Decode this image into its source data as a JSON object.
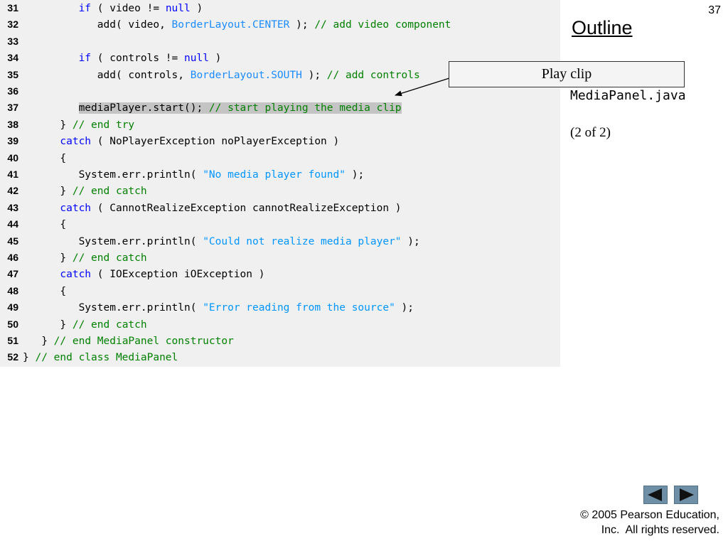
{
  "slide": {
    "page_number": "37",
    "outline_title": "Outline",
    "file_name": "MediaPanel.java",
    "part_label": "(2 of 2)",
    "callout_text": "Play clip",
    "copyright_line1": "© 2005 Pearson Education,",
    "copyright_line2": "Inc.  All rights reserved."
  },
  "colors": {
    "code_background": "#f0f0f0",
    "keyword": "#0000ff",
    "constant": "#1a8cff",
    "string": "#0096ff",
    "comment": "#008000",
    "highlight": "#c4c4c4",
    "nav_button": "#6f8fa6"
  },
  "icons": {
    "prev": "left-arrow-icon",
    "next": "right-arrow-icon"
  },
  "code_lines": [
    {
      "num": "31",
      "indent": "         ",
      "segments": [
        {
          "t": "kw",
          "s": "if"
        },
        {
          "t": "code",
          "s": " ( video != "
        },
        {
          "t": "kw",
          "s": "null"
        },
        {
          "t": "code",
          "s": " )"
        }
      ]
    },
    {
      "num": "32",
      "indent": "            ",
      "segments": [
        {
          "t": "code",
          "s": "add( video, "
        },
        {
          "t": "const",
          "s": "BorderLayout.CENTER"
        },
        {
          "t": "code",
          "s": " ); "
        },
        {
          "t": "com",
          "s": "// add video component"
        }
      ]
    },
    {
      "num": "33",
      "indent": "",
      "segments": []
    },
    {
      "num": "34",
      "indent": "         ",
      "segments": [
        {
          "t": "kw",
          "s": "if"
        },
        {
          "t": "code",
          "s": " ( controls != "
        },
        {
          "t": "kw",
          "s": "null"
        },
        {
          "t": "code",
          "s": " )"
        }
      ]
    },
    {
      "num": "35",
      "indent": "            ",
      "segments": [
        {
          "t": "code",
          "s": "add( controls, "
        },
        {
          "t": "const",
          "s": "BorderLayout.SOUTH"
        },
        {
          "t": "code",
          "s": " ); "
        },
        {
          "t": "com",
          "s": "// add controls"
        }
      ]
    },
    {
      "num": "36",
      "indent": "",
      "segments": []
    },
    {
      "num": "37",
      "indent": "         ",
      "highlight": true,
      "segments": [
        {
          "t": "code",
          "s": "mediaPlayer.start(); "
        },
        {
          "t": "com",
          "s": "// start playing the media clip"
        }
      ]
    },
    {
      "num": "38",
      "indent": "      ",
      "segments": [
        {
          "t": "code",
          "s": "} "
        },
        {
          "t": "com",
          "s": "// end try"
        }
      ]
    },
    {
      "num": "39",
      "indent": "      ",
      "segments": [
        {
          "t": "kw",
          "s": "catch"
        },
        {
          "t": "code",
          "s": " ( NoPlayerException noPlayerException )"
        }
      ]
    },
    {
      "num": "40",
      "indent": "      ",
      "segments": [
        {
          "t": "code",
          "s": "{"
        }
      ]
    },
    {
      "num": "41",
      "indent": "         ",
      "segments": [
        {
          "t": "code",
          "s": "System.err.println( "
        },
        {
          "t": "str",
          "s": "\"No media player found\""
        },
        {
          "t": "code",
          "s": " );"
        }
      ]
    },
    {
      "num": "42",
      "indent": "      ",
      "segments": [
        {
          "t": "code",
          "s": "} "
        },
        {
          "t": "com",
          "s": "// end catch"
        }
      ]
    },
    {
      "num": "43",
      "indent": "      ",
      "segments": [
        {
          "t": "kw",
          "s": "catch"
        },
        {
          "t": "code",
          "s": " ( CannotRealizeException cannotRealizeException )"
        }
      ]
    },
    {
      "num": "44",
      "indent": "      ",
      "segments": [
        {
          "t": "code",
          "s": "{"
        }
      ]
    },
    {
      "num": "45",
      "indent": "         ",
      "segments": [
        {
          "t": "code",
          "s": "System.err.println( "
        },
        {
          "t": "str",
          "s": "\"Could not realize media player\""
        },
        {
          "t": "code",
          "s": " );"
        }
      ]
    },
    {
      "num": "46",
      "indent": "      ",
      "segments": [
        {
          "t": "code",
          "s": "} "
        },
        {
          "t": "com",
          "s": "// end catch"
        }
      ]
    },
    {
      "num": "47",
      "indent": "      ",
      "segments": [
        {
          "t": "kw",
          "s": "catch"
        },
        {
          "t": "code",
          "s": " ( IOException iOException )"
        }
      ]
    },
    {
      "num": "48",
      "indent": "      ",
      "segments": [
        {
          "t": "code",
          "s": "{"
        }
      ]
    },
    {
      "num": "49",
      "indent": "         ",
      "segments": [
        {
          "t": "code",
          "s": "System.err.println( "
        },
        {
          "t": "str",
          "s": "\"Error reading from the source\""
        },
        {
          "t": "code",
          "s": " );"
        }
      ]
    },
    {
      "num": "50",
      "indent": "      ",
      "segments": [
        {
          "t": "code",
          "s": "} "
        },
        {
          "t": "com",
          "s": "// end catch"
        }
      ]
    },
    {
      "num": "51",
      "indent": "   ",
      "segments": [
        {
          "t": "code",
          "s": "} "
        },
        {
          "t": "com",
          "s": "// end MediaPanel constructor"
        }
      ]
    },
    {
      "num": "52",
      "indent": "",
      "segments": [
        {
          "t": "code",
          "s": "} "
        },
        {
          "t": "com",
          "s": "// end class MediaPanel"
        }
      ]
    }
  ]
}
